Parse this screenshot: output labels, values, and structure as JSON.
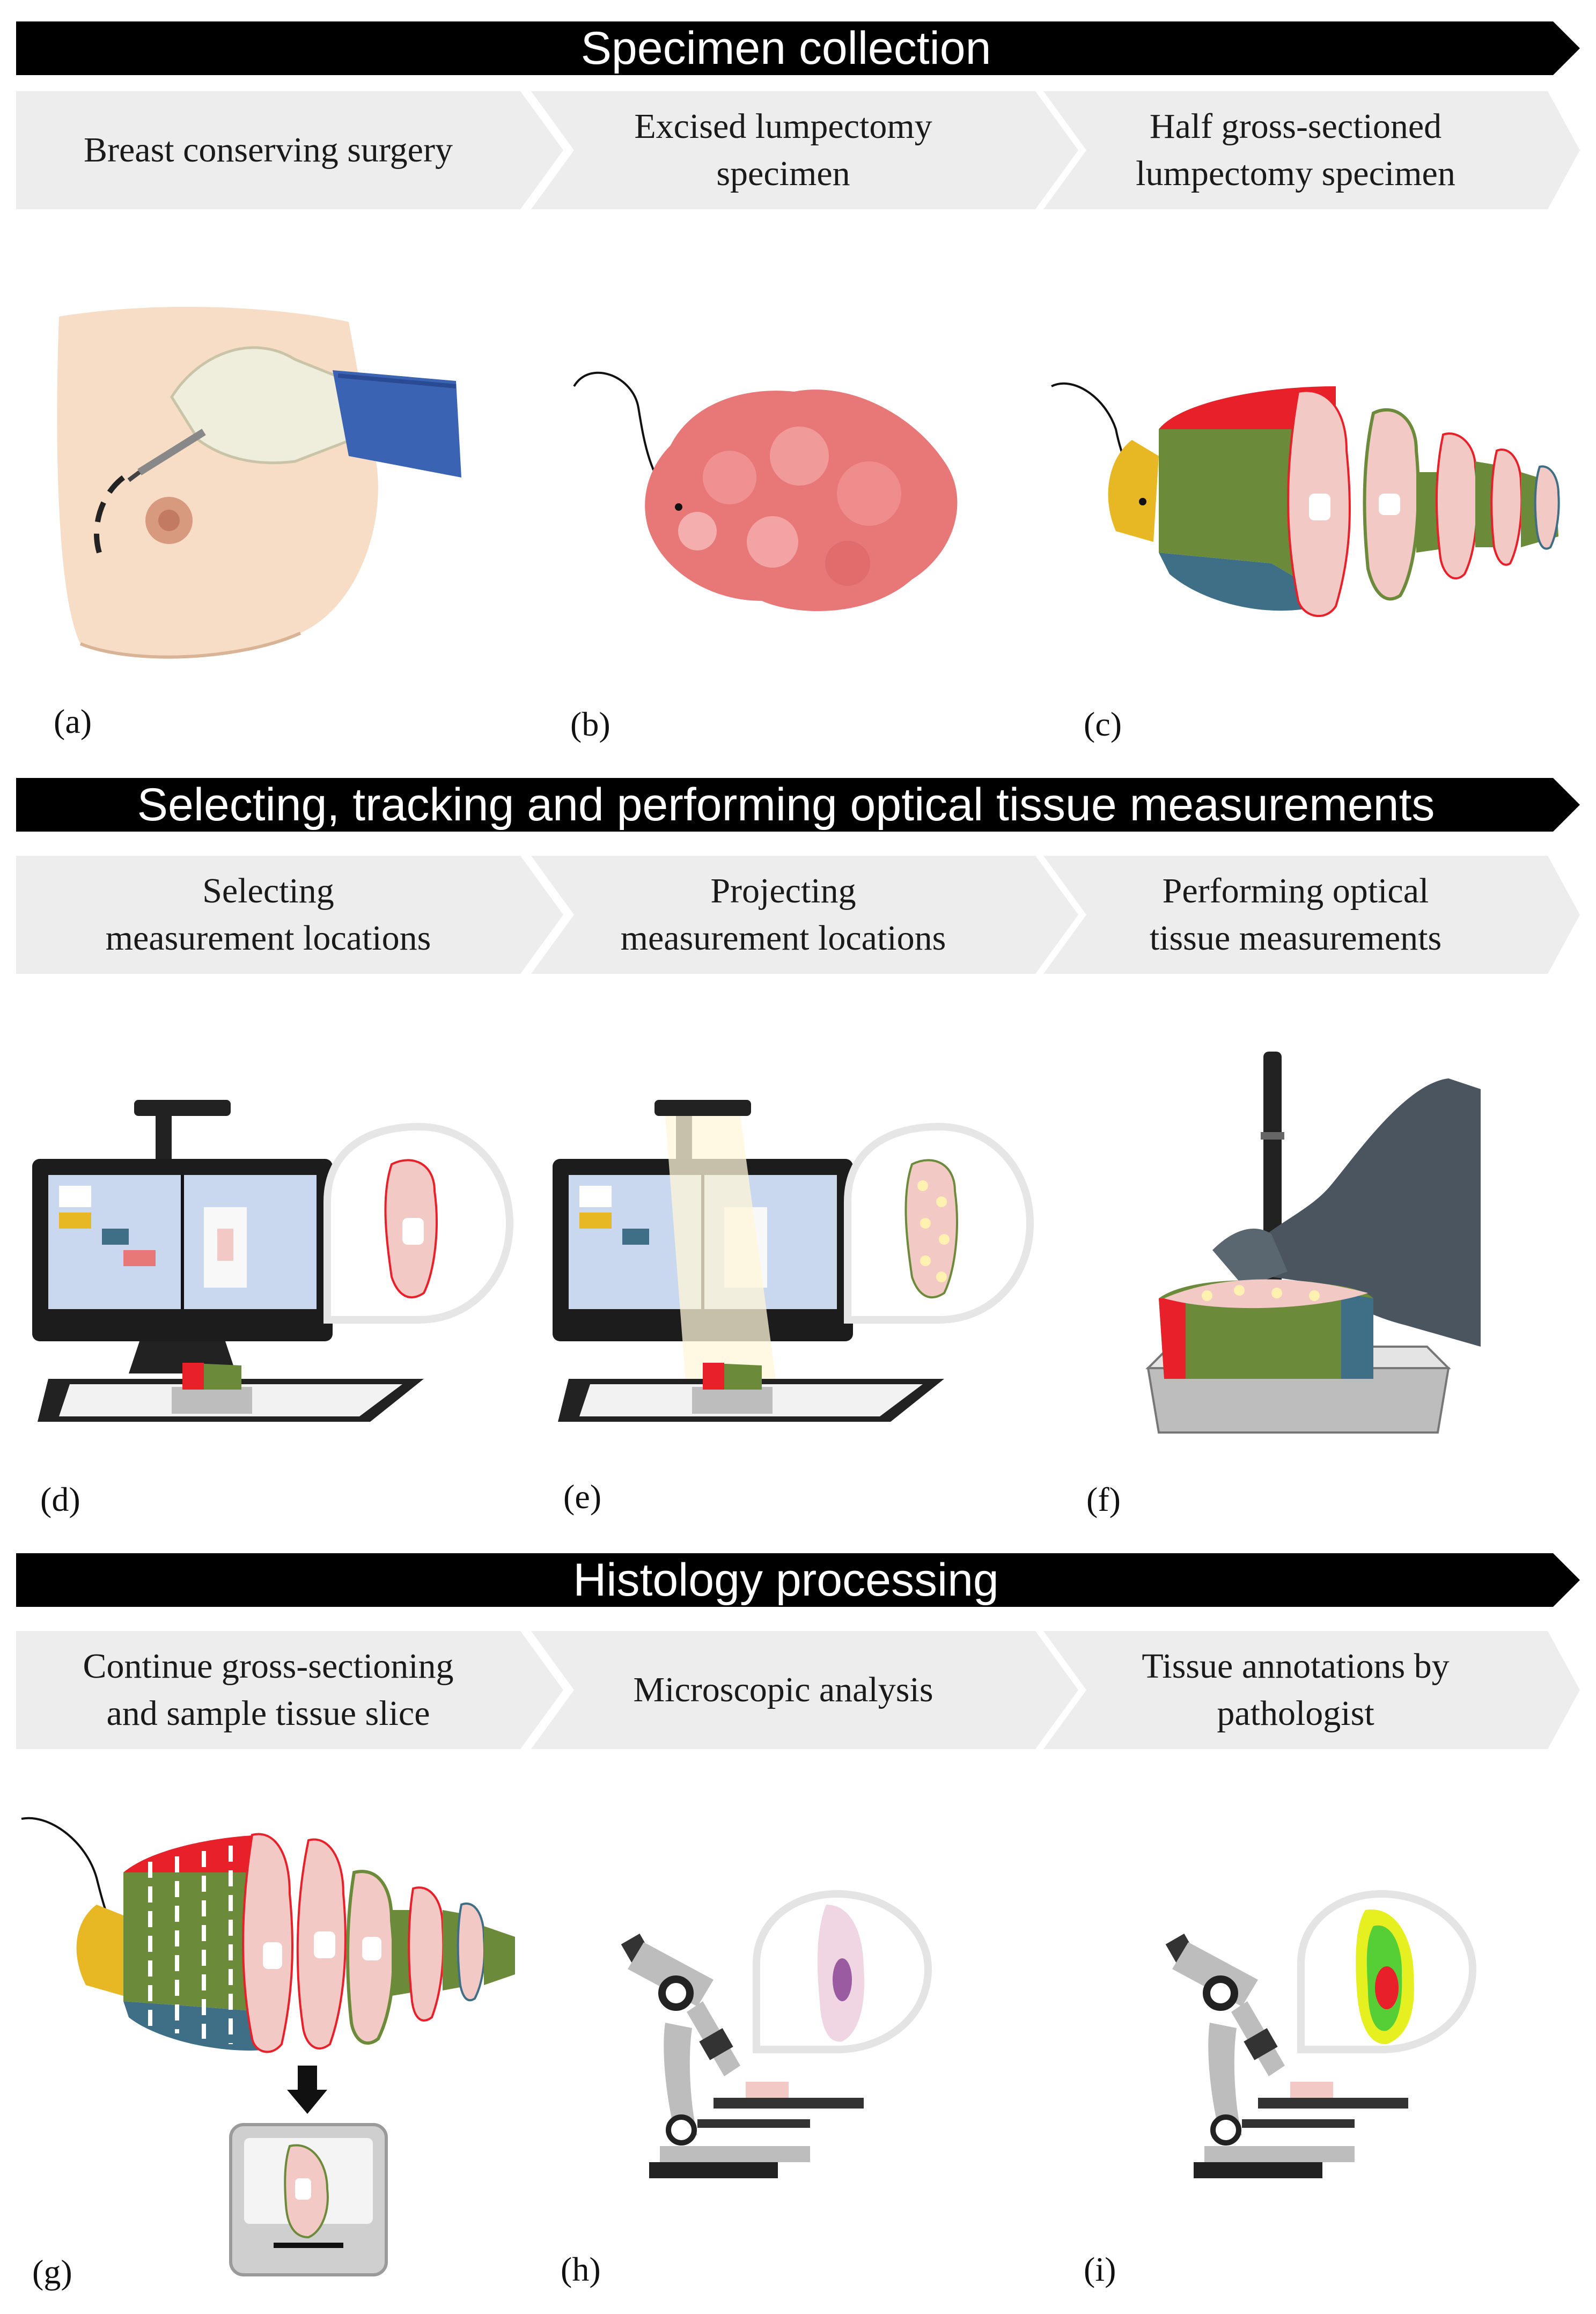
{
  "sections": [
    {
      "title": "Specimen collection",
      "steps": [
        "Breast conserving surgery",
        "Excised lumpectomy\nspecimen",
        "Half gross-sectioned\nlumpectomy specimen"
      ],
      "labels": [
        "(a)",
        "(b)",
        "(c)"
      ]
    },
    {
      "title": "Selecting, tracking and performing optical tissue measurements",
      "steps": [
        "Selecting\nmeasurement locations",
        "Projecting\nmeasurement locations",
        "Performing optical\ntissue measurements"
      ],
      "labels": [
        "(d)",
        "(e)",
        "(f)"
      ]
    },
    {
      "title": "Histology processing",
      "steps": [
        "Continue gross-sectioning\nand sample tissue slice",
        "Microscopic analysis",
        "Tissue annotations by\npathologist"
      ],
      "labels": [
        "(g)",
        "(h)",
        "(i)"
      ]
    }
  ],
  "colors": {
    "banner": "#000000",
    "step_box": "#ededed",
    "tissue_pink": "#f2c9c4",
    "tissue_red": "#e8202a",
    "tissue_green": "#6b8a3a",
    "tissue_blue": "#3e6f86",
    "tissue_yellow": "#e8b824",
    "lump": "#e87878",
    "annotation_green": "#3cc93c",
    "annotation_yellow": "#e6f020",
    "glove": "#ece8d2",
    "cuff": "#3b63b4",
    "nitrile_glove": "#4a5560"
  },
  "icons": {
    "a": "breast-surgery-illustration",
    "b": "lumpectomy-specimen-illustration",
    "c": "sectioned-specimen-illustration",
    "d": "projector-computer-icon",
    "e": "projection-computer-icon",
    "f": "optical-probe-hand-icon",
    "g": "gross-sectioning-icon",
    "h": "microscope-icon",
    "i": "microscope-annotation-icon"
  }
}
